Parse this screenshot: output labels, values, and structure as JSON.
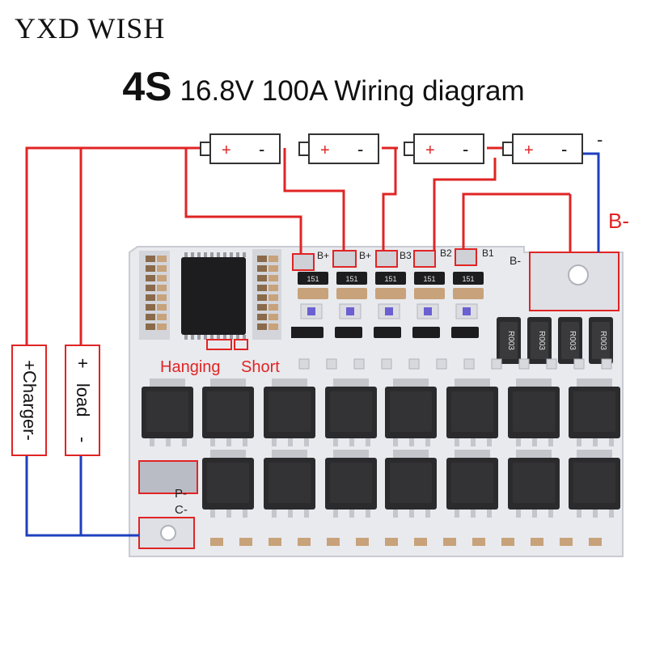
{
  "brand": "YXD WISH",
  "title": {
    "big": "4S",
    "rest": "16.8V 100A Wiring diagram"
  },
  "batteries": [
    {
      "plus": "+",
      "minus": "-"
    },
    {
      "plus": "+",
      "minus": "-"
    },
    {
      "plus": "+",
      "minus": "-"
    },
    {
      "plus": "+",
      "minus": "-"
    }
  ],
  "end_minus": "-",
  "b_minus_label": "B-",
  "board_labels": {
    "bplus_a": "B+",
    "bplus_b": "B+",
    "b3": "B3",
    "b2": "B2",
    "b1": "B1",
    "bminus": "B-",
    "p_minus": "P-",
    "c_minus": "C-"
  },
  "resistor_marks": [
    "151",
    "151",
    "151",
    "151",
    "151"
  ],
  "shunt_marks": [
    "R003",
    "R003",
    "R003",
    "R003"
  ],
  "charger_label": "+Charger-",
  "load": {
    "plus": "+",
    "text": "load",
    "minus": "-"
  },
  "hanging_label": "Hanging",
  "short_label": "Short",
  "colors": {
    "wire_red": "#e02424",
    "wire_blue": "#1f3fbf",
    "board": "#e9eaee",
    "mosfet": "#2b2b2d"
  }
}
